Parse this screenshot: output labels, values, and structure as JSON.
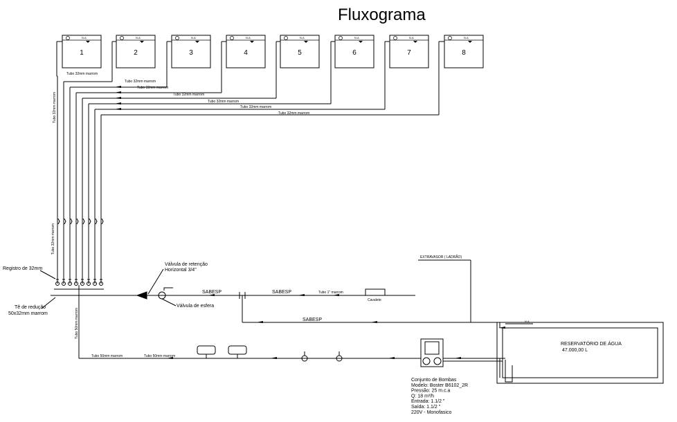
{
  "title": "Fluxograma",
  "tanks": [
    {
      "number": "1",
      "tag": "N.A"
    },
    {
      "number": "2",
      "tag": "N.A"
    },
    {
      "number": "3",
      "tag": "N.A"
    },
    {
      "number": "4",
      "tag": "N.A"
    },
    {
      "number": "5",
      "tag": "N.A"
    },
    {
      "number": "6",
      "tag": "N.A"
    },
    {
      "number": "7",
      "tag": "N.A"
    },
    {
      "number": "8",
      "tag": "N.A"
    }
  ],
  "pipe_labels": {
    "branch": "Tubo 32mm marrom",
    "vertical_32": "Tubo 32mm marrom",
    "vertical_32b": "Tubo 32mm marrom",
    "vertical_50": "Tubo 50mm marrom",
    "main_50": "Tubo 50mm marrom",
    "main_50b": "Tubo 50mm marrom",
    "supply": "Tubo 1\" marrom"
  },
  "labels": {
    "registro": "Registro de 32mm",
    "te_line1": "Tê de redução",
    "te_line2": "50x32mm marrom",
    "valvula_retencao_1": "Válvula de retenção",
    "valvula_retencao_2": "Horizontal 3/4\"",
    "valvula_esfera": "Válvula de esfera",
    "sabesp": "SABESP",
    "cavalete": "Cavalete",
    "extravasor": "EXTRAVASOR ( LADRÃO)",
    "reservatorio_1": "RESERVATÓRIO DE ÁGUA",
    "reservatorio_2": "47.000,00 L",
    "na_reservoir": "N.A"
  },
  "pump_spec": [
    "Conjunto de Bombas",
    "Modelo: Boster B6102_2R",
    "Pressão: 25 m.c.a",
    "Q: 18 m³/h",
    "Entrada: 1.1/2 \"",
    "Saída: 1.1/2 \"",
    "220V - Monofasico"
  ]
}
